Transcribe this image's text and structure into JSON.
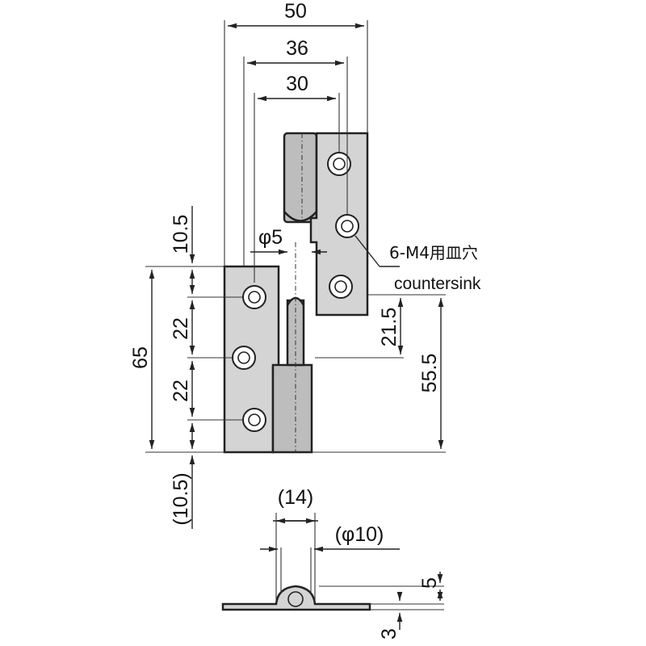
{
  "dimensions": {
    "width_overall": "50",
    "width_36": "36",
    "width_30": "30",
    "pin_dia": "φ5",
    "top_offset": "10.5",
    "height_65": "65",
    "hole_pitch_1": "22",
    "hole_pitch_2": "22",
    "bottom_offset": "(10.5)",
    "upper_21_5": "21.5",
    "height_55_5": "55.5",
    "knuckle_width": "(14)",
    "knuckle_dia": "(φ10)",
    "knuckle_height": "5",
    "plate_thickness": "3"
  },
  "notes": {
    "holes_jp": "6-M4用皿穴",
    "holes_en": "countersink"
  },
  "colors": {
    "plate_fill": "#d4d4d4",
    "knuckle_fill": "#bdbdbd",
    "line": "#222222"
  }
}
